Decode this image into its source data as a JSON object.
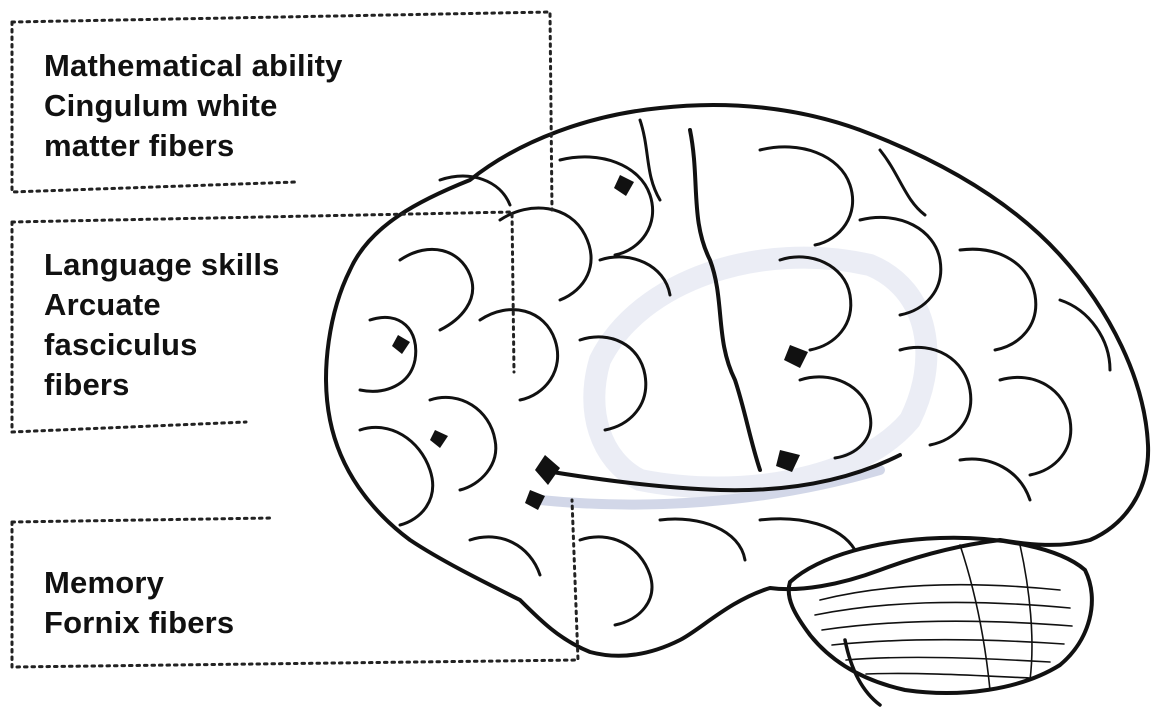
{
  "labels": {
    "math": {
      "lines": [
        "Mathematical ability",
        "Cingulum white",
        "matter fibers"
      ]
    },
    "language": {
      "lines": [
        "Language skills",
        "Arcuate",
        "fasciculus",
        "fibers"
      ]
    },
    "memory": {
      "lines": [
        "Memory",
        "Fornix fibers"
      ]
    }
  },
  "colors": {
    "ink": "#111111",
    "highlight": "#aeb8d6",
    "background": "#ffffff"
  },
  "icons": {
    "brain": "brain-illustration"
  }
}
